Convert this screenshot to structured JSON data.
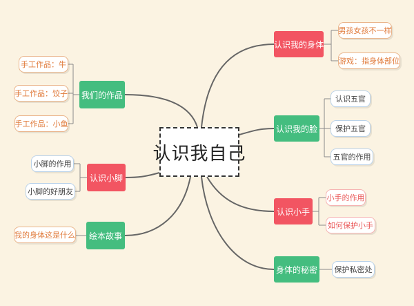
{
  "center": {
    "label": "认识我自己"
  },
  "branches": [
    {
      "label": "认识我的身体",
      "color": "red",
      "children": [
        {
          "label": "男孩女孩不一样",
          "style": "orange"
        },
        {
          "label": "游戏：指身体部位",
          "style": "orange"
        }
      ]
    },
    {
      "label": "认识我的脸",
      "color": "green",
      "children": [
        {
          "label": "认识五官",
          "style": "blue"
        },
        {
          "label": "保护五官",
          "style": "blue"
        },
        {
          "label": "五官的作用",
          "style": "blue"
        }
      ]
    },
    {
      "label": "认识小手",
      "color": "red",
      "children": [
        {
          "label": "小手的作用",
          "style": "red"
        },
        {
          "label": "如何保护小手",
          "style": "red"
        }
      ]
    },
    {
      "label": "身体的秘密",
      "color": "green",
      "children": [
        {
          "label": "保护私密处",
          "style": "blue"
        }
      ]
    },
    {
      "label": "我们的作品",
      "color": "green",
      "children": [
        {
          "label": "手工作品：牛",
          "style": "orange"
        },
        {
          "label": "手工作品：饺子",
          "style": "orange"
        },
        {
          "label": "手工作品：小鱼",
          "style": "orange"
        }
      ]
    },
    {
      "label": "认识小脚",
      "color": "red",
      "children": [
        {
          "label": "小脚的作用",
          "style": "blue"
        },
        {
          "label": "小脚的好朋友",
          "style": "blue"
        }
      ]
    },
    {
      "label": "绘本故事",
      "color": "green",
      "children": [
        {
          "label": "我的身体这是什么",
          "style": "orange"
        }
      ]
    }
  ]
}
